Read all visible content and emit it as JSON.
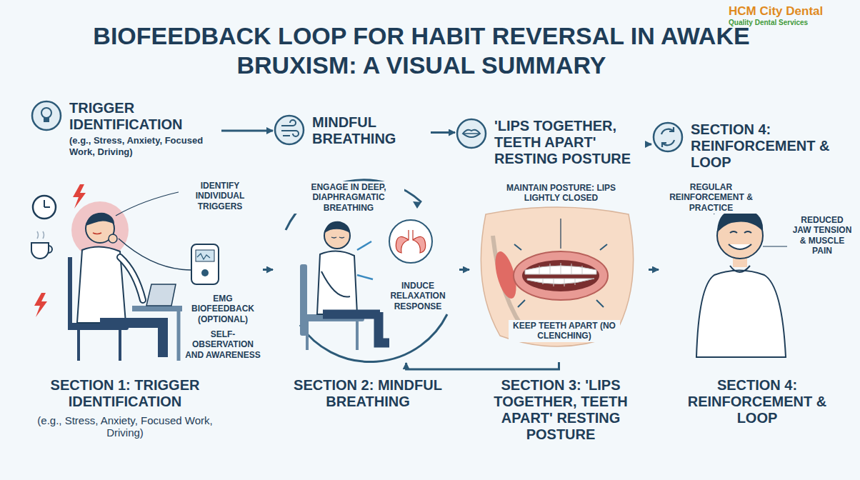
{
  "diagram": {
    "title": "BIOFEEDBACK LOOP FOR HABIT REVERSAL IN AWAKE BRUXISM: A VISUAL SUMMARY",
    "nodes": [
      {
        "text": [
          "TRIGGER IDENTIFICATION",
          "(e.g., Stress, Anxiety, Focused Work, Driving)"
        ]
      },
      {
        "text": [
          "MINDFUL BREATHING"
        ]
      },
      {
        "text": [
          "'LIPS TOGETHER, TEETH APART' RESTING POSTURE"
        ]
      },
      {
        "text": [
          "SECTION 4: REINFORCEMENT & LOOP"
        ]
      },
      {
        "text": [
          "IDENTIFY INDIVIDUAL TRIGGERS",
          "EMG BIOFEEDBACK (OPTIONAL)",
          "SELF-OBSERVATION AND AWARENESS"
        ]
      },
      {
        "text": [
          "ENGAGE IN DEEP, DIAPHRAGMATIC BREATHING",
          "INDUCE RELAXATION RESPONSE"
        ]
      },
      {
        "text": [
          "MAINTAIN POSTURE: LIPS LIGHTLY CLOSED",
          "KEEP TEETH APART (NO CLENCHING)"
        ]
      },
      {
        "text": [
          "REGULAR REINFORCEMENT & PRACTICE",
          "REDUCED JAW TENSION & MUSCLE PAIN"
        ]
      }
    ],
    "edges": [
      {
        "from": 0,
        "to": 1,
        "arrow": "to"
      },
      {
        "from": 1,
        "to": 2,
        "arrow": "to"
      },
      {
        "from": 2,
        "to": 3,
        "arrow": "to"
      },
      {
        "from": 4,
        "to": 5,
        "arrow": "to"
      },
      {
        "from": 5,
        "to": 6,
        "arrow": "to"
      },
      {
        "from": 6,
        "to": 7,
        "arrow": "to"
      },
      {
        "from": 6,
        "to": 5,
        "arrow": "to"
      }
    ],
    "labels": [
      "HCM City Dental",
      "Quality Dental Services",
      "SECTION 1: TRIGGER IDENTIFICATION",
      "(e.g., Stress, Anxiety, Focused Work, Driving)",
      "SECTION 2: MINDFUL BREATHING",
      "SECTION 3: 'LIPS TOGETHER, TEETH APART' RESTING POSTURE",
      "SECTION 4: REINFORCEMENT & LOOP"
    ]
  }
}
